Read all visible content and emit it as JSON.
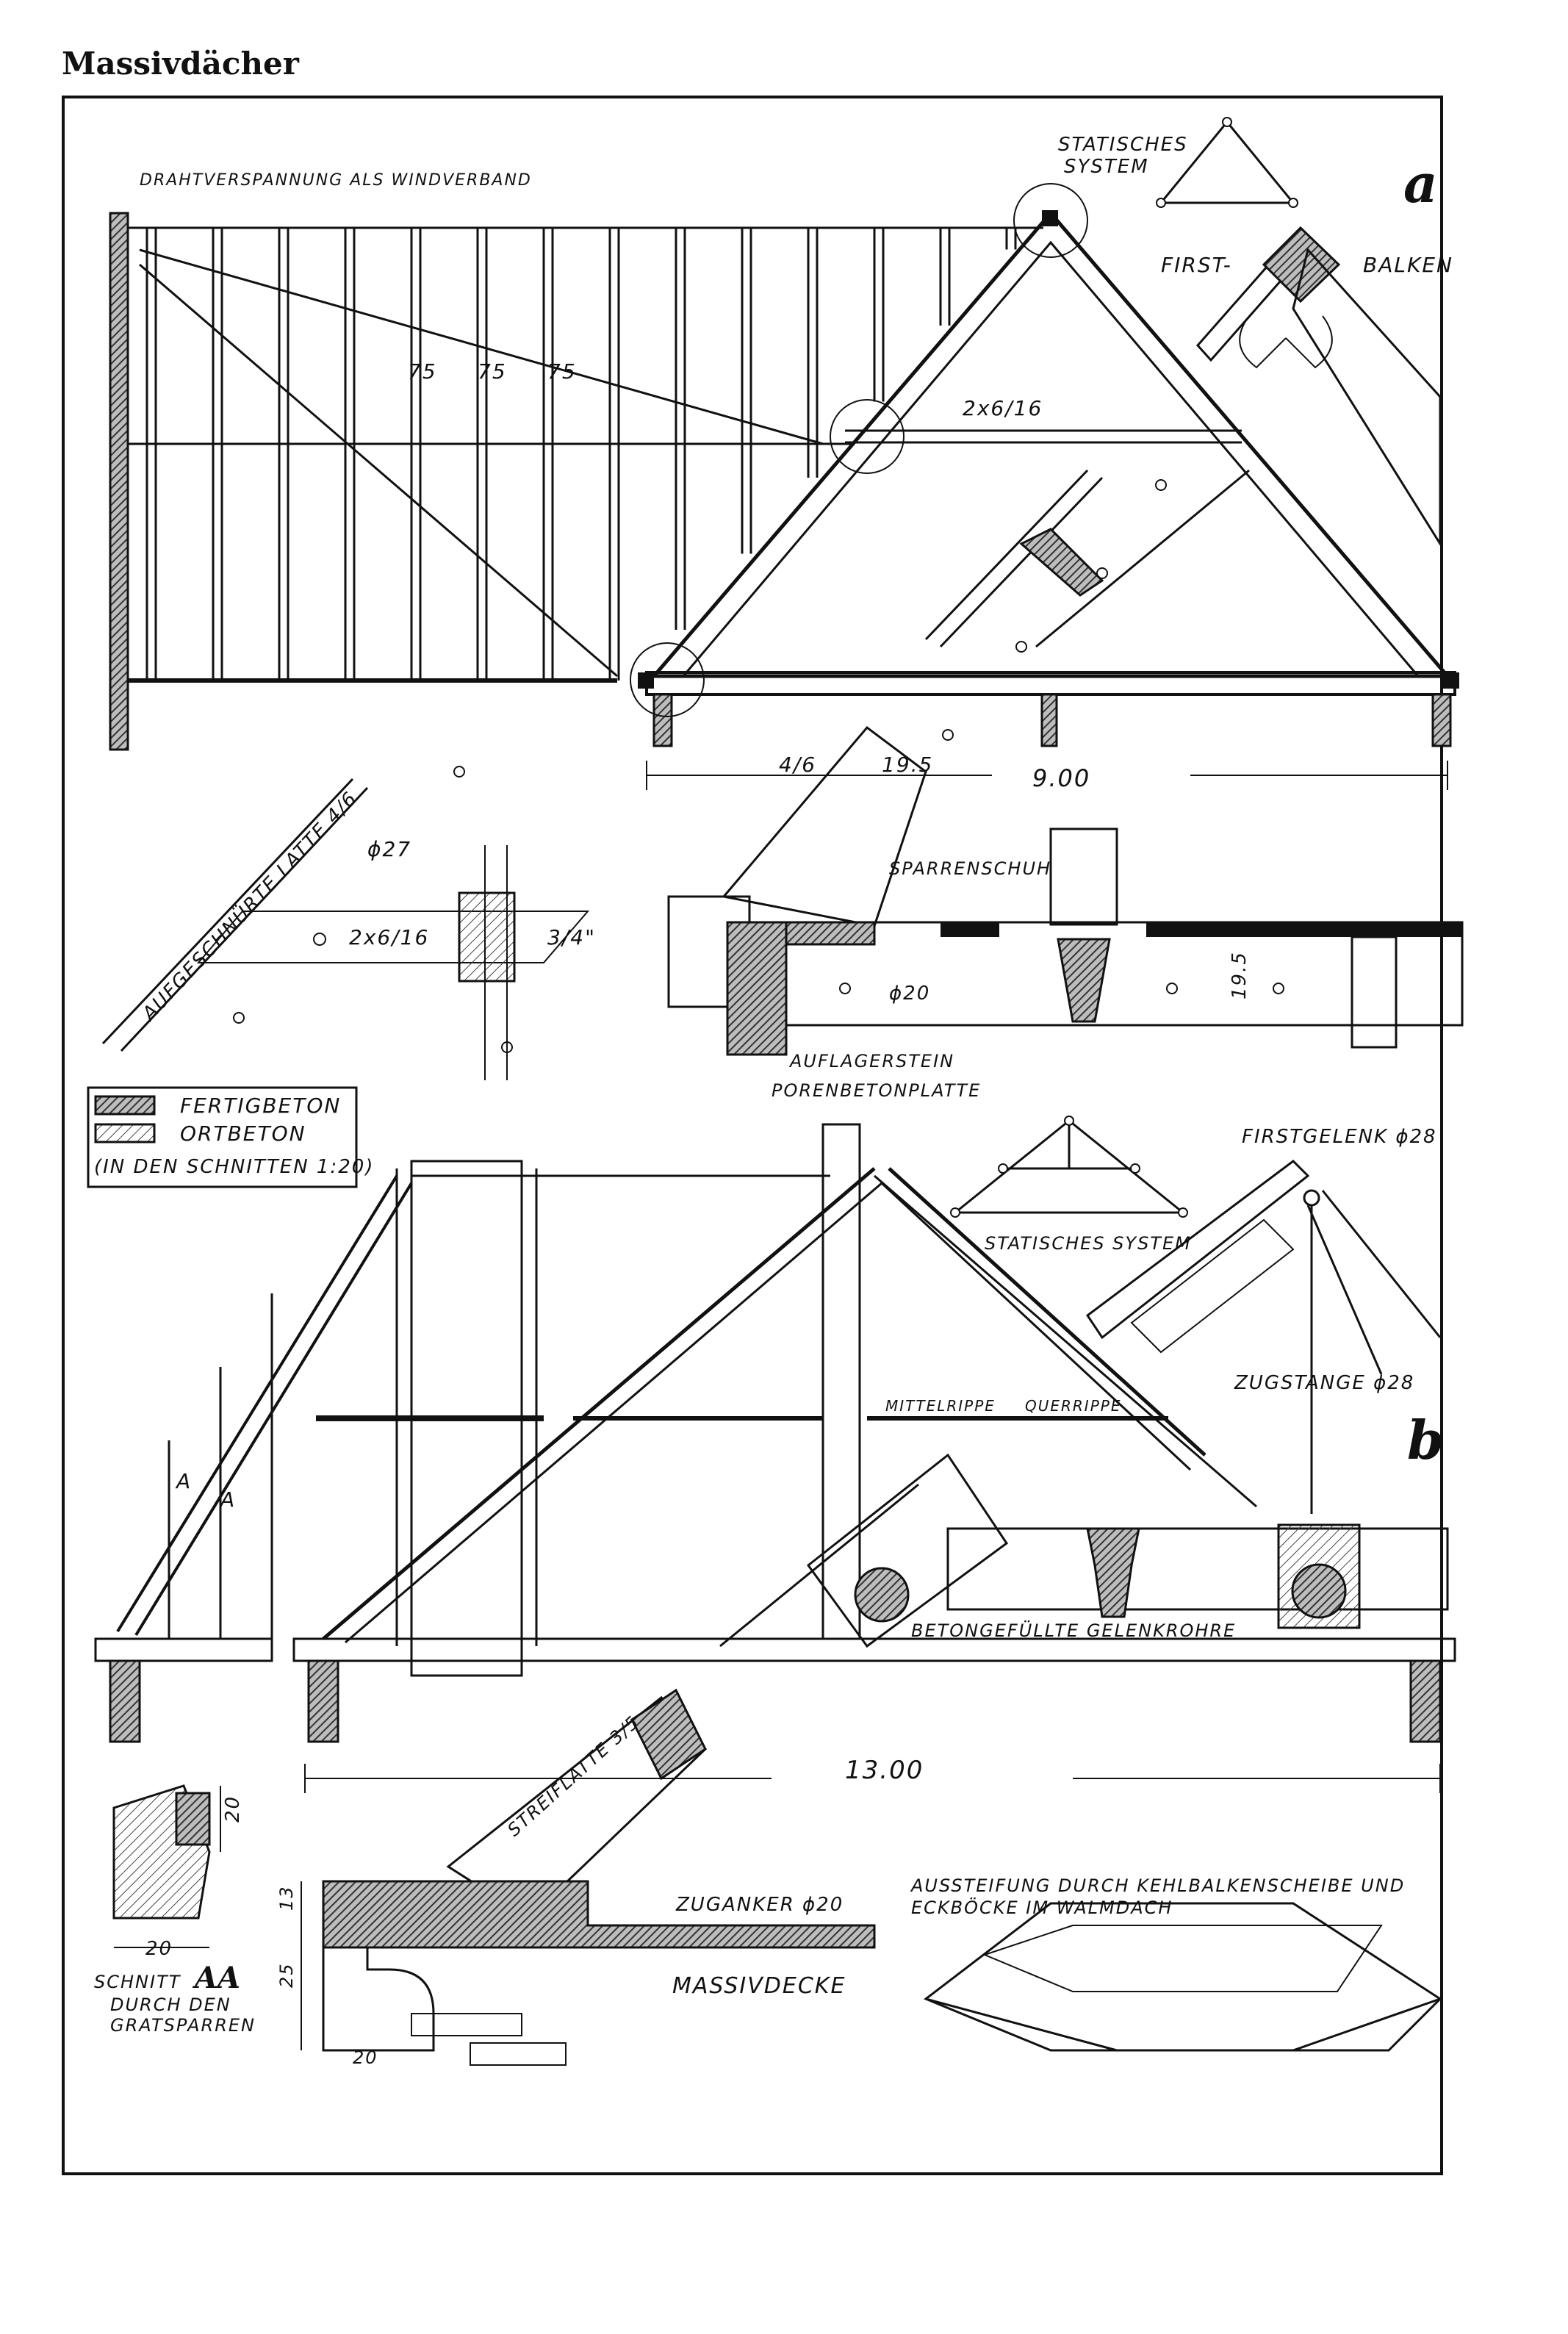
{
  "page": {
    "title": "Massivdächer"
  },
  "legend": {
    "items": [
      {
        "label": "FERTIGBETON",
        "pattern": "dense"
      },
      {
        "label": "ORTBETON",
        "pattern": "light"
      }
    ],
    "note": "(IN DEN SCHNITTEN 1:20)"
  },
  "section_a": {
    "letter": "a",
    "labels": {
      "wind_bracing": "DRAHTVERSPANNUNG ALS WINDVERBAND",
      "static_system": "STATISCHES\nSYSTEM",
      "first": "FIRST-",
      "balken": "BALKEN",
      "spacing": "75",
      "collar": "2x6/16",
      "span": "9.00",
      "dim_46": "4/6",
      "dim_195": "19.5",
      "dim_195_v": "19.5",
      "batten": "AUFGESCHNÜRTE LATTE 4/6",
      "phi27": "ϕ27",
      "collar_detail": "2x6/16",
      "bolt": "3/4\"",
      "rafter_shoe": "SPARRENSCHUH",
      "phi20": "ϕ20",
      "support_stone": "AUFLAGERSTEIN",
      "aerated_slab": "PORENBETONPLATTE"
    }
  },
  "section_b": {
    "letter": "b",
    "labels": {
      "ridge_joint": "FIRSTGELENK ϕ28",
      "static_system": "STATISCHES SYSTEM",
      "tie_rod": "ZUGSTANGE ϕ28",
      "mid_rib": "MITTELRIPPE",
      "cross_rib": "QUERRIPPE",
      "joint_tubes": "BETONGEFÜLLTE GELENKROHRE",
      "span": "13.00",
      "section_mark": "A",
      "strip_batten": "STREIFLATTE 3/5",
      "tie_anchor": "ZUGANKER ϕ20",
      "slab": "MASSIVDECKE",
      "bracing": "AUSSTEIFUNG DURCH KEHLBALKENSCHEIBE UND\nECKBÖCKE IM WALMDACH",
      "dim_13": "13",
      "dim_25": "25",
      "dim_20_a": "20",
      "dim_20_b": "20",
      "dim_20_c": "20",
      "section_aa_title": "SCHNITT",
      "section_aa": "AA",
      "section_aa_desc": "DURCH DEN\nGRATSPARREN"
    }
  }
}
